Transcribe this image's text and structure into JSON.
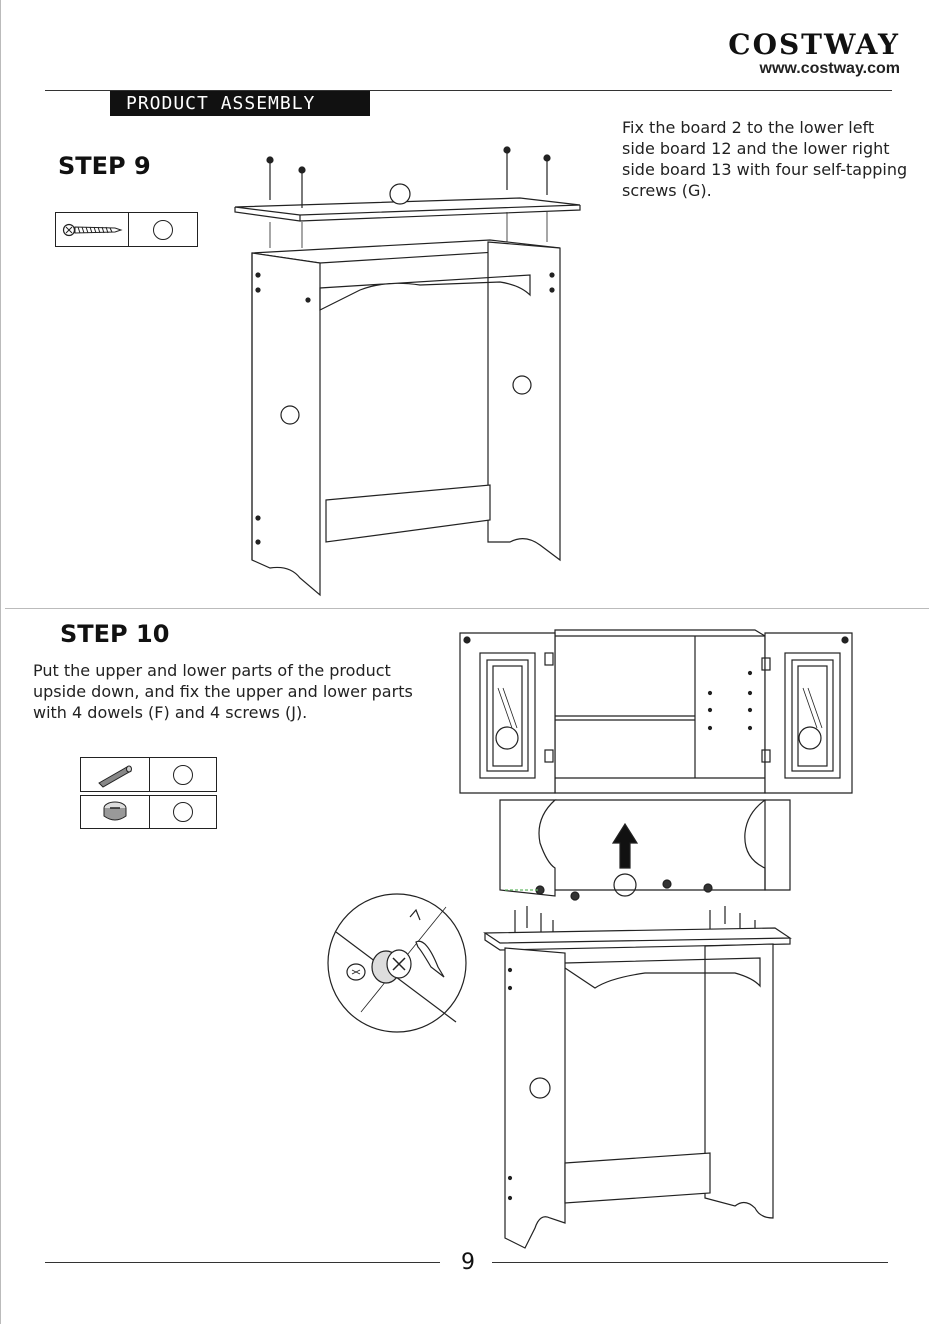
{
  "brand": {
    "name": "COSTWAY",
    "url": "www.costway.com"
  },
  "section": {
    "title": "PRODUCT ASSEMBLY"
  },
  "step9": {
    "title": "STEP 9",
    "instruction": "Fix the board 2 to the lower left side board 12 and the lower right side board 13 with four self-tapping screws (G)."
  },
  "step10": {
    "title": "STEP 10",
    "instruction": "Put the upper and lower parts of the product upside down, and fix the upper and lower parts with 4 dowels (F) and 4 screws (J)."
  },
  "page_number": "9"
}
